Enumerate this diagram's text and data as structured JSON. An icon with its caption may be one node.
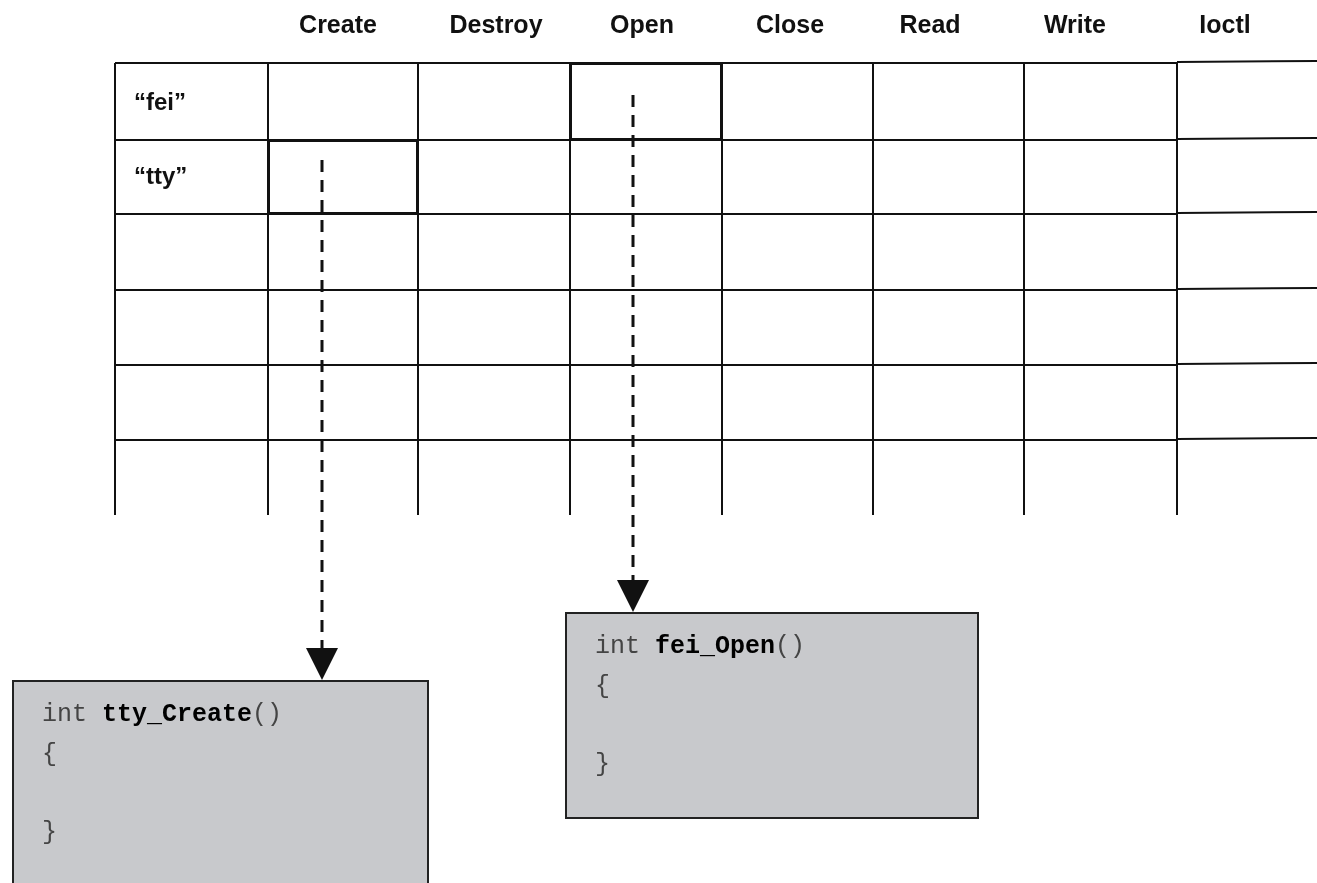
{
  "diagram": {
    "nodes": [
      {
        "text": [],
        "shape": "box"
      },
      {
        "text": [],
        "shape": "box"
      },
      {
        "text": [
          "int **fei_Open**()",
          "{",
          "}"
        ]
      },
      {
        "text": [
          "int **tty_Create**()",
          "{",
          "}"
        ]
      }
    ],
    "edges": [
      {
        "from": 1,
        "to": 3,
        "arrow": "to",
        "style": "dashed"
      },
      {
        "from": 0,
        "to": 2,
        "arrow": "to",
        "style": "dashed"
      }
    ],
    "labels": [
      "Create",
      "Destroy",
      "Open",
      "Close",
      "Read",
      "Write",
      "Ioctl",
      "“fei”",
      "“tty”"
    ]
  }
}
